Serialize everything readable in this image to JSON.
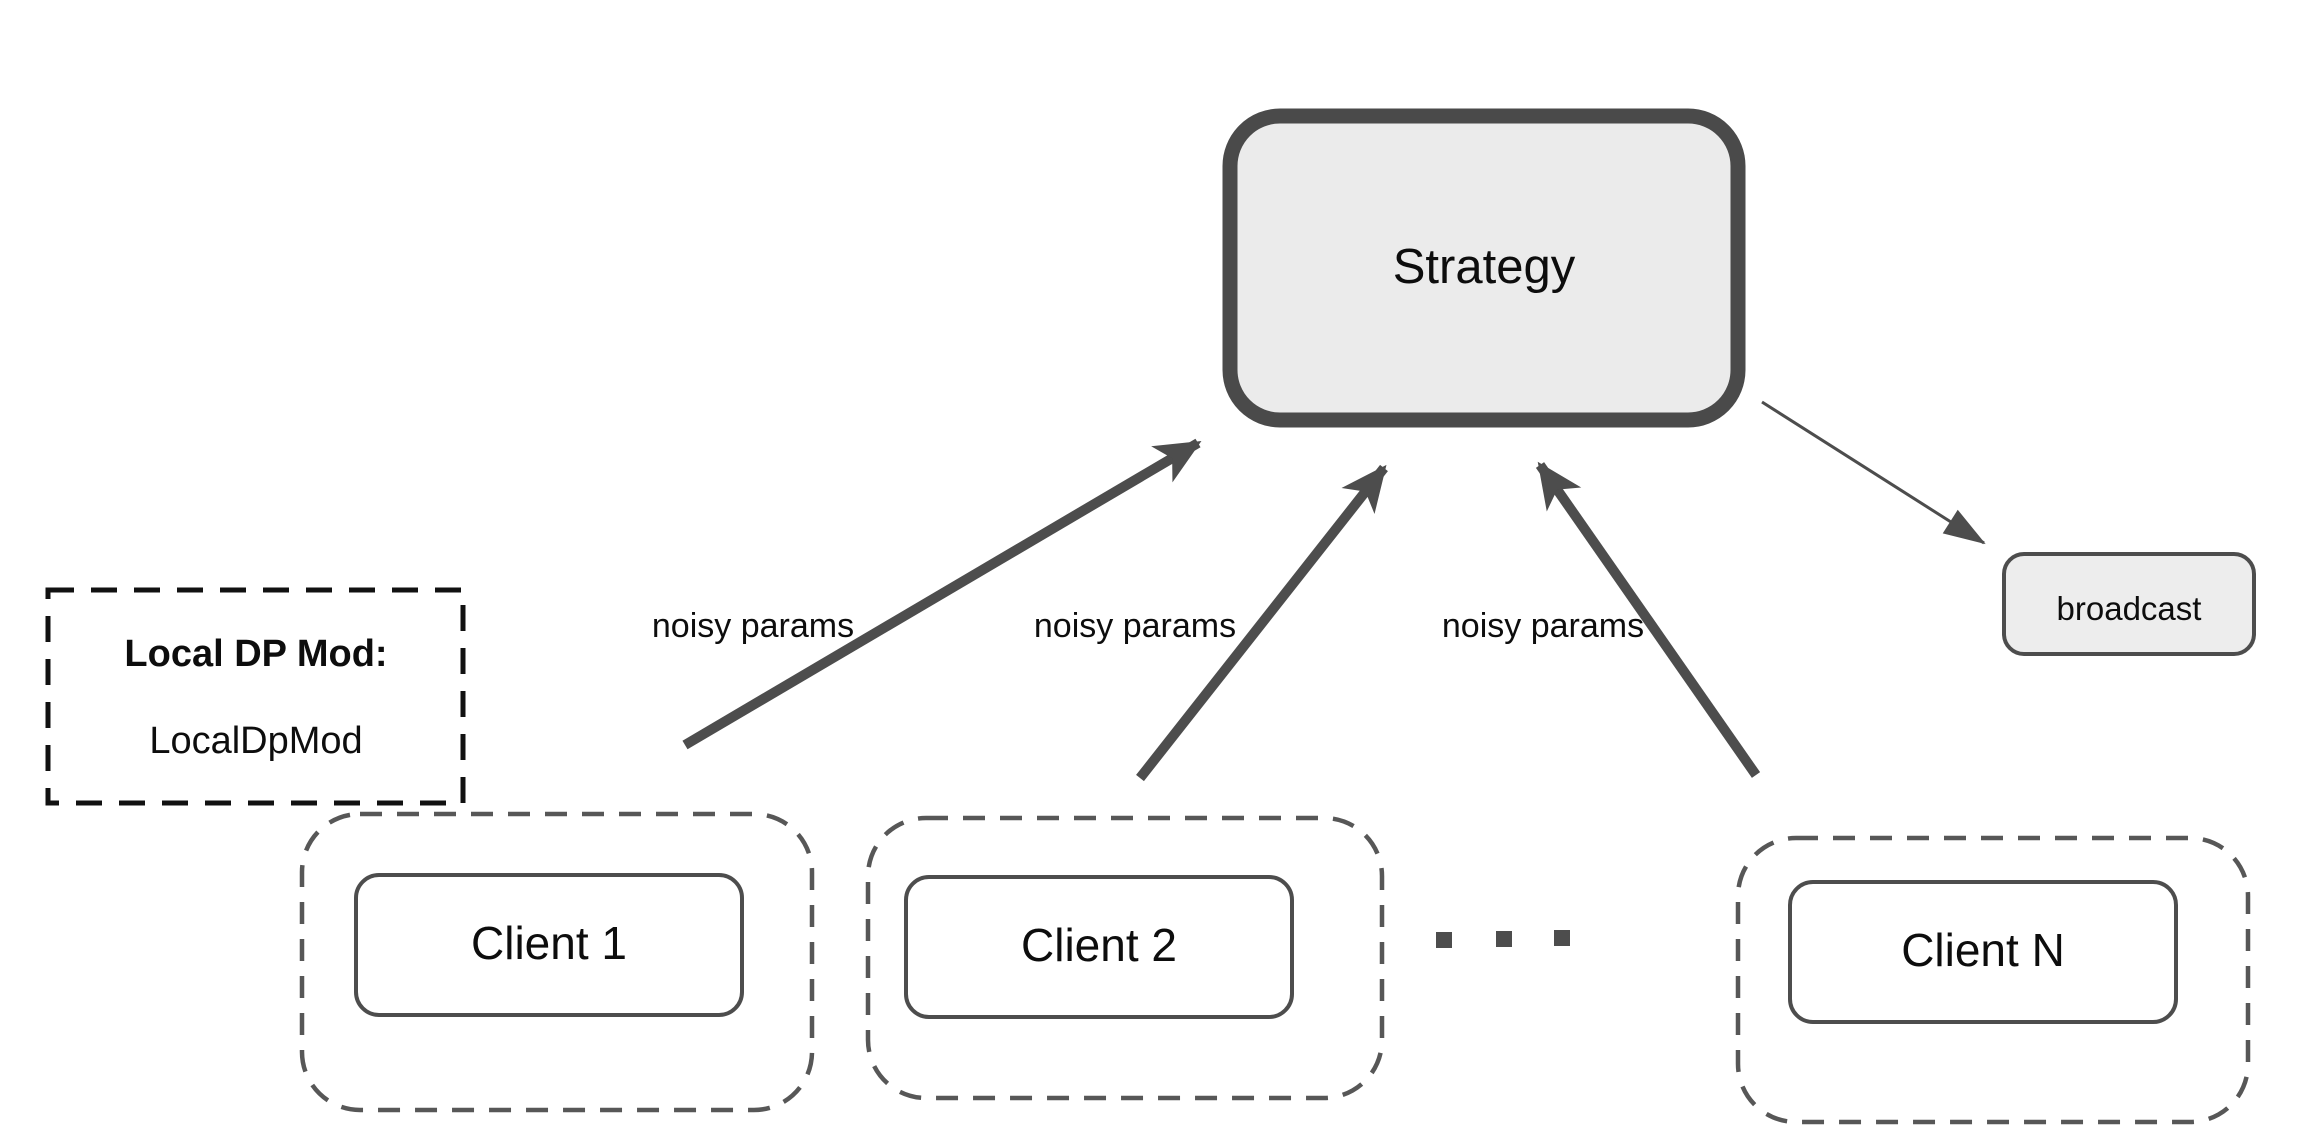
{
  "diagram": {
    "title_node": {
      "label": "Strategy"
    },
    "broadcast_node": {
      "label": "broadcast"
    },
    "local_dp_box": {
      "title": "Local DP Mod:",
      "code": "LocalDpMod"
    },
    "clients": [
      {
        "label": "Client 1"
      },
      {
        "label": "Client 2"
      },
      {
        "label": "Client N"
      }
    ],
    "ellipsis": "...",
    "edges": {
      "upload_labels": [
        "noisy params",
        "noisy params",
        "noisy params"
      ]
    },
    "colors": {
      "node_border": "#4a4a4a",
      "node_fill": "#ebebeb",
      "arrow_gray": "#4d4d4d",
      "dashed_client": "#575757",
      "dashed_dp": "#111111",
      "text": "#0d0d0d",
      "background": "#ffffff"
    }
  }
}
